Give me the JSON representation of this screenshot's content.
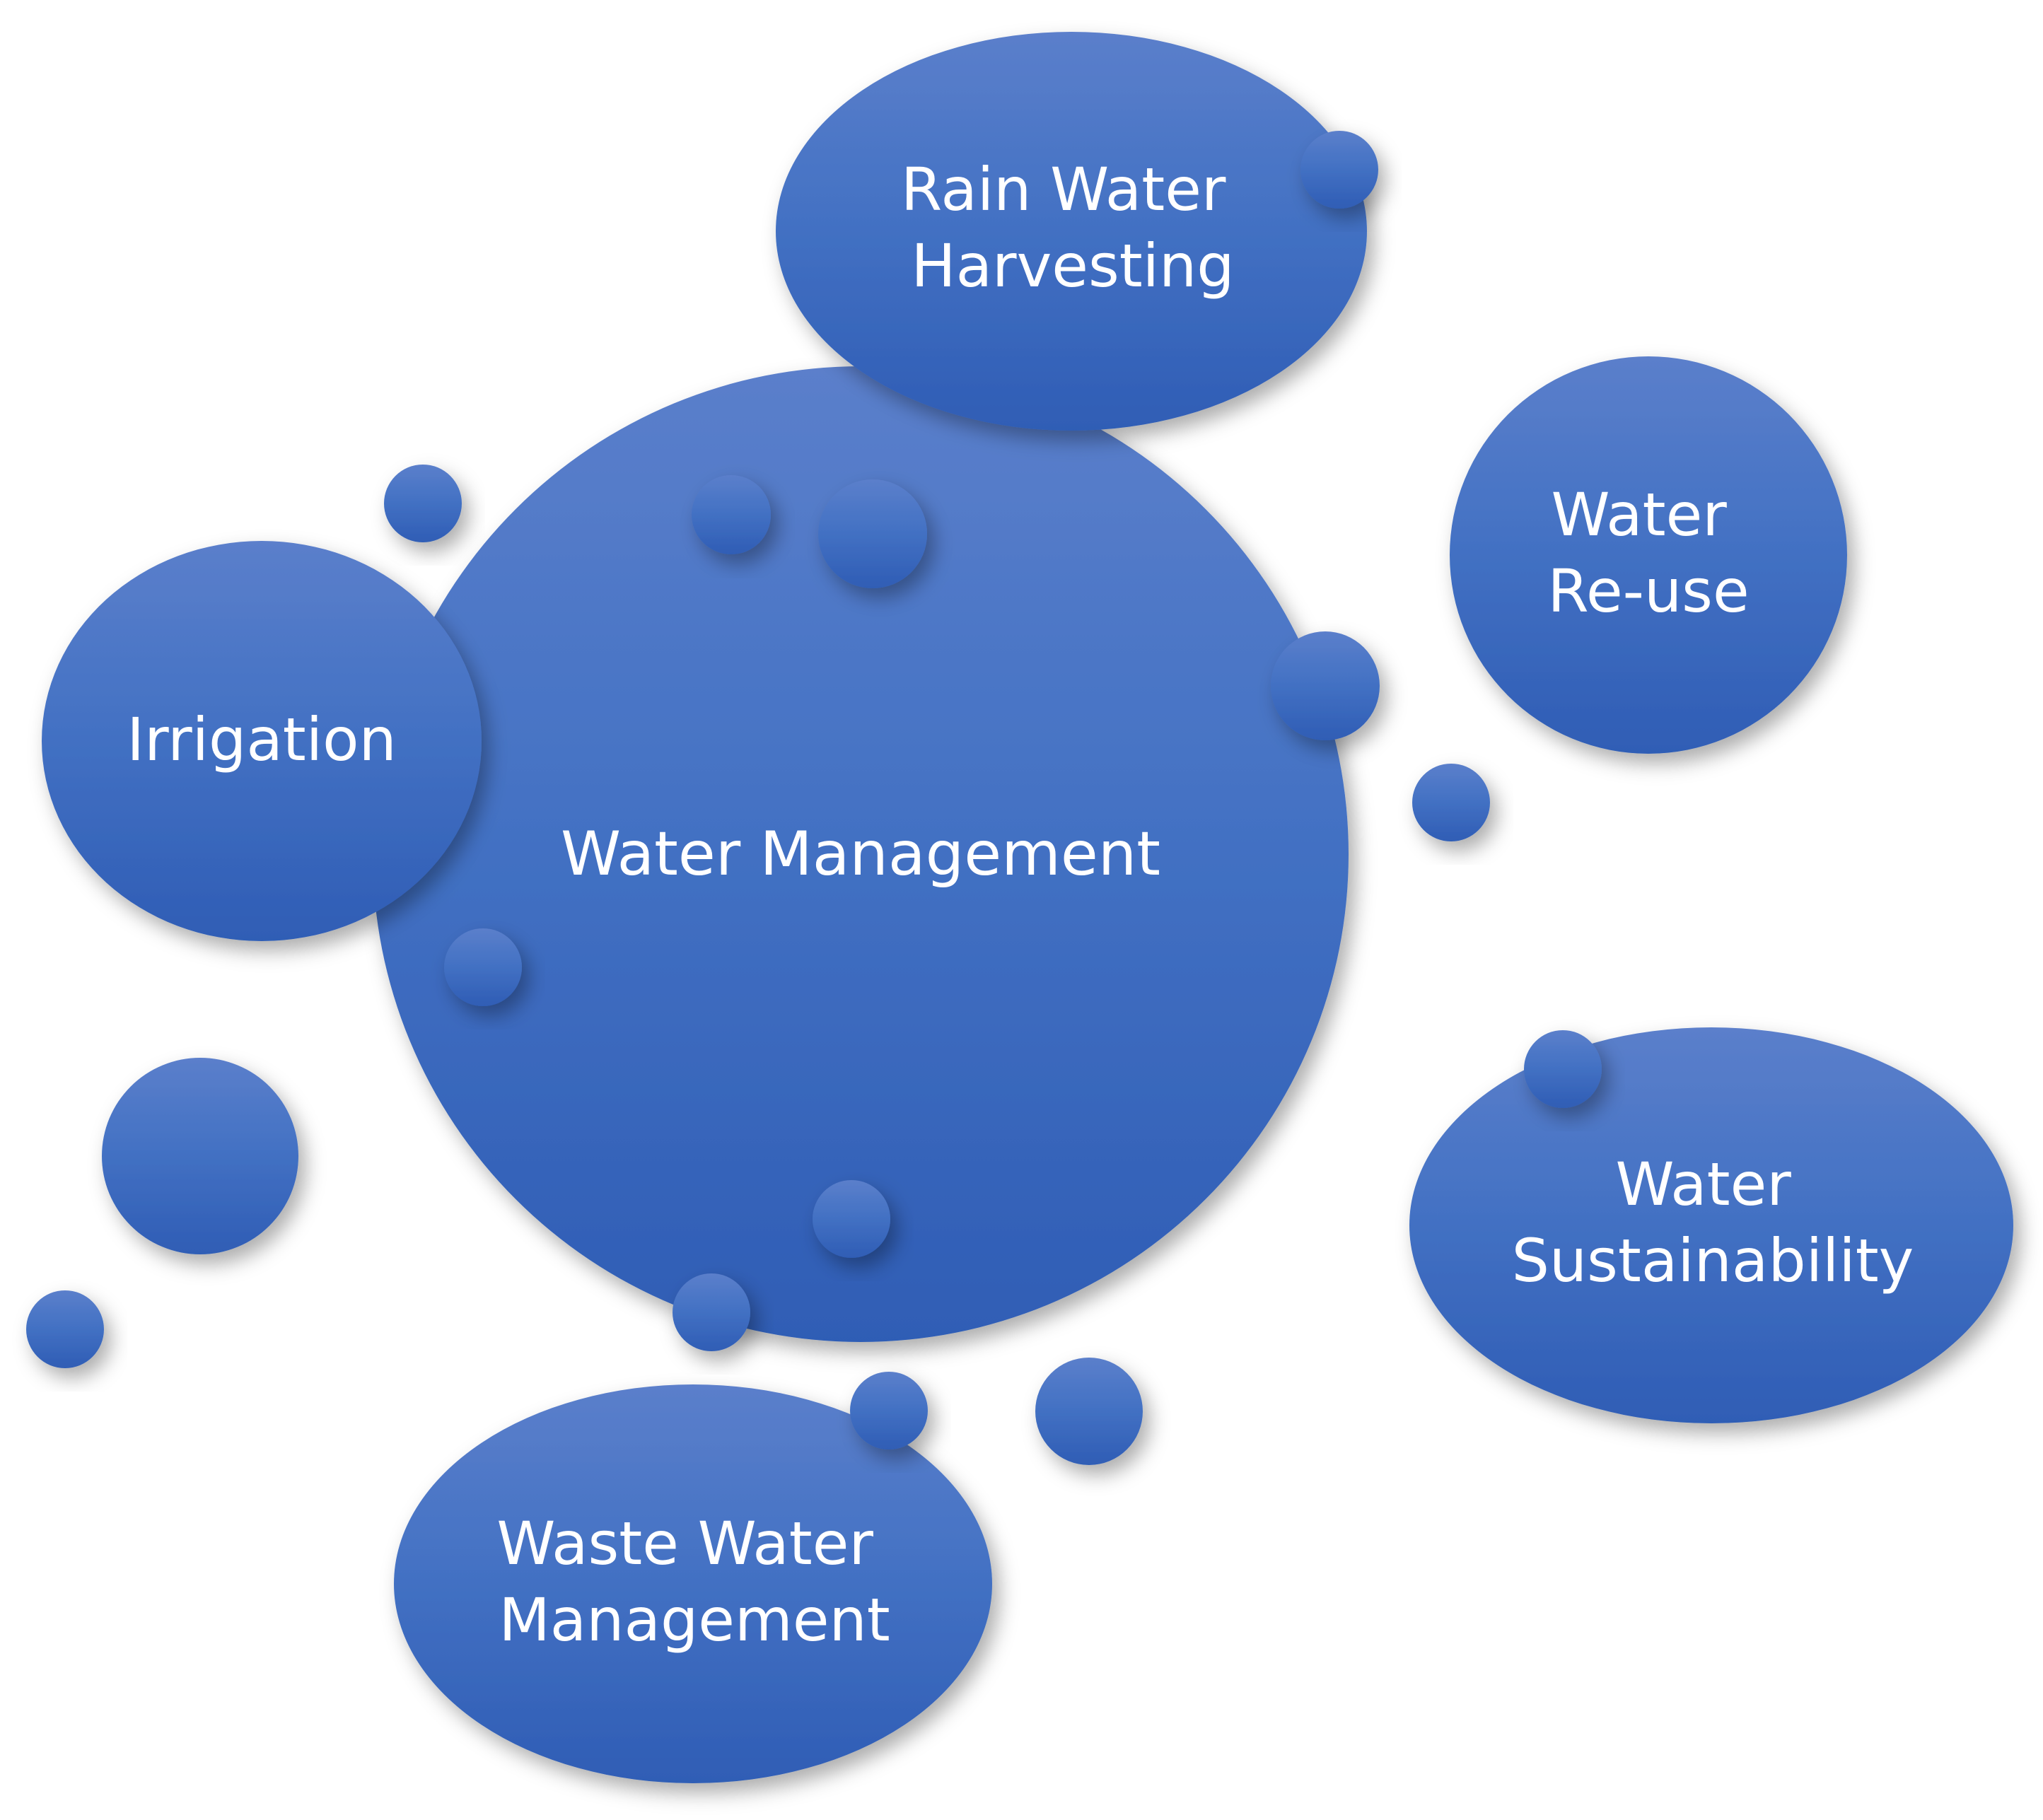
{
  "diagram": {
    "center": {
      "label": "Water Management"
    },
    "topics": [
      {
        "id": "rain-water-harvesting",
        "lines": [
          "Rain Water",
          "Harvesting"
        ]
      },
      {
        "id": "water-reuse",
        "lines": [
          "Water",
          "Re-use"
        ]
      },
      {
        "id": "irrigation",
        "lines": [
          "Irrigation"
        ]
      },
      {
        "id": "water-sustainability",
        "lines": [
          "Water",
          "Sustainability"
        ]
      },
      {
        "id": "waste-water-management",
        "lines": [
          "Waste Water",
          "Management"
        ]
      }
    ]
  },
  "colors": {
    "bubble_light": "#5b7fcb",
    "bubble_mid": "#4472c4",
    "bubble_dark": "#2f5db5",
    "label": "#ffffff",
    "background": "#ffffff"
  }
}
